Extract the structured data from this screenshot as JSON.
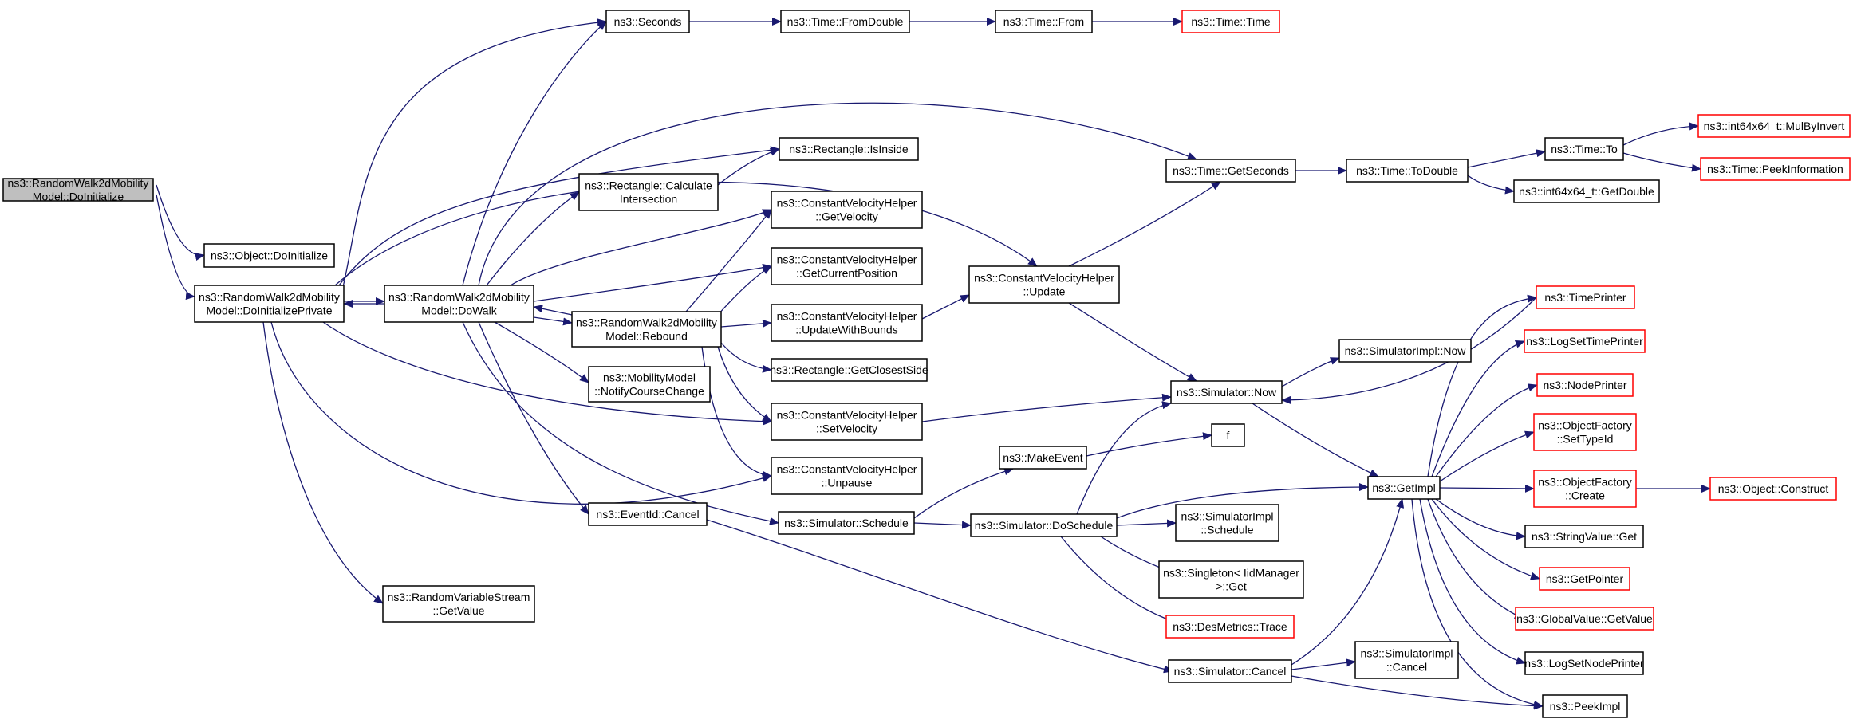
{
  "colors": {
    "edge": "#191970",
    "node_border": "#000000",
    "truncated_border": "#ff0000",
    "root_fill": "#bfbfbf",
    "node_fill": "#ffffff"
  },
  "nodes": [
    {
      "id": "root",
      "lines": [
        "ns3::RandomWalk2dMobility",
        "Model::DoInitialize"
      ],
      "style": "root"
    },
    {
      "id": "objinit",
      "lines": [
        "ns3::Object::DoInitialize"
      ],
      "style": "normal"
    },
    {
      "id": "doinitpriv",
      "lines": [
        "ns3::RandomWalk2dMobility",
        "Model::DoInitializePrivate"
      ],
      "style": "normal"
    },
    {
      "id": "dowalk",
      "lines": [
        "ns3::RandomWalk2dMobility",
        "Model::DoWalk"
      ],
      "style": "normal"
    },
    {
      "id": "rebound",
      "lines": [
        "ns3::RandomWalk2dMobility",
        "Model::Rebound"
      ],
      "style": "normal"
    },
    {
      "id": "seconds",
      "lines": [
        "ns3::Seconds"
      ],
      "style": "normal"
    },
    {
      "id": "fromdouble",
      "lines": [
        "ns3::Time::FromDouble"
      ],
      "style": "normal"
    },
    {
      "id": "from",
      "lines": [
        "ns3::Time::From"
      ],
      "style": "normal"
    },
    {
      "id": "time",
      "lines": [
        "ns3::Time::Time"
      ],
      "style": "red"
    },
    {
      "id": "isinside",
      "lines": [
        "ns3::Rectangle::IsInside"
      ],
      "style": "normal"
    },
    {
      "id": "calcint",
      "lines": [
        "ns3::Rectangle::Calculate",
        "Intersection"
      ],
      "style": "normal"
    },
    {
      "id": "getvel",
      "lines": [
        "ns3::ConstantVelocityHelper",
        "::GetVelocity"
      ],
      "style": "normal"
    },
    {
      "id": "getcurpos",
      "lines": [
        "ns3::ConstantVelocityHelper",
        "::GetCurrentPosition"
      ],
      "style": "normal"
    },
    {
      "id": "updwb",
      "lines": [
        "ns3::ConstantVelocityHelper",
        "::UpdateWithBounds"
      ],
      "style": "normal"
    },
    {
      "id": "closest",
      "lines": [
        "ns3::Rectangle::GetClosestSide"
      ],
      "style": "normal"
    },
    {
      "id": "setvel",
      "lines": [
        "ns3::ConstantVelocityHelper",
        "::SetVelocity"
      ],
      "style": "normal"
    },
    {
      "id": "unpause",
      "lines": [
        "ns3::ConstantVelocityHelper",
        "::Unpause"
      ],
      "style": "normal"
    },
    {
      "id": "notify",
      "lines": [
        "ns3::MobilityModel",
        "::NotifyCourseChange"
      ],
      "style": "normal"
    },
    {
      "id": "evcancel",
      "lines": [
        "ns3::EventId::Cancel"
      ],
      "style": "normal"
    },
    {
      "id": "schedule",
      "lines": [
        "ns3::Simulator::Schedule"
      ],
      "style": "normal"
    },
    {
      "id": "rvsget",
      "lines": [
        "ns3::RandomVariableStream",
        "::GetValue"
      ],
      "style": "normal"
    },
    {
      "id": "update",
      "lines": [
        "ns3::ConstantVelocityHelper",
        "::Update"
      ],
      "style": "normal"
    },
    {
      "id": "getsec",
      "lines": [
        "ns3::Time::GetSeconds"
      ],
      "style": "normal"
    },
    {
      "id": "todouble",
      "lines": [
        "ns3::Time::ToDouble"
      ],
      "style": "normal"
    },
    {
      "id": "to",
      "lines": [
        "ns3::Time::To"
      ],
      "style": "normal"
    },
    {
      "id": "mulbyinv",
      "lines": [
        "ns3::int64x64_t::MulByInvert"
      ],
      "style": "red"
    },
    {
      "id": "peekinfo",
      "lines": [
        "ns3::Time::PeekInformation"
      ],
      "style": "red"
    },
    {
      "id": "int64get",
      "lines": [
        "ns3::int64x64_t::GetDouble"
      ],
      "style": "normal"
    },
    {
      "id": "simnow",
      "lines": [
        "ns3::Simulator::Now"
      ],
      "style": "normal"
    },
    {
      "id": "implnow",
      "lines": [
        "ns3::SimulatorImpl::Now"
      ],
      "style": "normal"
    },
    {
      "id": "makeevent",
      "lines": [
        "ns3::MakeEvent"
      ],
      "style": "normal"
    },
    {
      "id": "f",
      "lines": [
        "f"
      ],
      "style": "normal"
    },
    {
      "id": "dosched",
      "lines": [
        "ns3::Simulator::DoSchedule"
      ],
      "style": "normal"
    },
    {
      "id": "implsched",
      "lines": [
        "ns3::SimulatorImpl",
        "::Schedule"
      ],
      "style": "normal"
    },
    {
      "id": "singleton",
      "lines": [
        "ns3::Singleton< IidManager",
        ">::Get"
      ],
      "style": "normal"
    },
    {
      "id": "desmetrics",
      "lines": [
        "ns3::DesMetrics::Trace"
      ],
      "style": "red"
    },
    {
      "id": "simcancel",
      "lines": [
        "ns3::Simulator::Cancel"
      ],
      "style": "normal"
    },
    {
      "id": "implcancel",
      "lines": [
        "ns3::SimulatorImpl",
        "::Cancel"
      ],
      "style": "normal"
    },
    {
      "id": "getimpl",
      "lines": [
        "ns3::GetImpl"
      ],
      "style": "normal"
    },
    {
      "id": "timeprinter",
      "lines": [
        "ns3::TimePrinter"
      ],
      "style": "red"
    },
    {
      "id": "logsettime",
      "lines": [
        "ns3::LogSetTimePrinter"
      ],
      "style": "red"
    },
    {
      "id": "nodeprinter",
      "lines": [
        "ns3::NodePrinter"
      ],
      "style": "red"
    },
    {
      "id": "ofsettype",
      "lines": [
        "ns3::ObjectFactory",
        "::SetTypeId"
      ],
      "style": "red"
    },
    {
      "id": "ofcreate",
      "lines": [
        "ns3::ObjectFactory",
        "::Create"
      ],
      "style": "red"
    },
    {
      "id": "objconstruct",
      "lines": [
        "ns3::Object::Construct"
      ],
      "style": "red"
    },
    {
      "id": "strget",
      "lines": [
        "ns3::StringValue::Get"
      ],
      "style": "normal"
    },
    {
      "id": "getpointer",
      "lines": [
        "ns3::GetPointer"
      ],
      "style": "red"
    },
    {
      "id": "gvget",
      "lines": [
        "ns3::GlobalValue::GetValue"
      ],
      "style": "red"
    },
    {
      "id": "logsetnode",
      "lines": [
        "ns3::LogSetNodePrinter"
      ],
      "style": "normal"
    },
    {
      "id": "peekimpl",
      "lines": [
        "ns3::PeekImpl"
      ],
      "style": "normal"
    }
  ]
}
